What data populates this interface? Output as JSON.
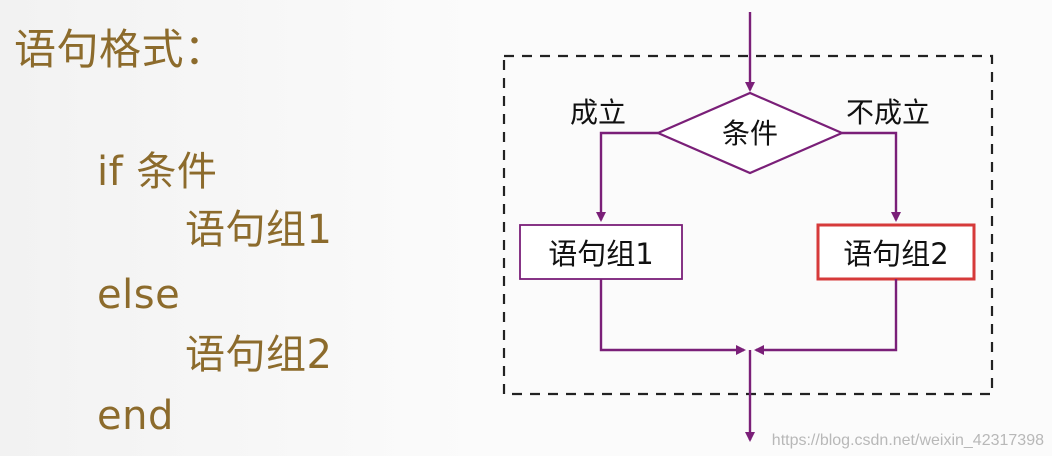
{
  "left_panel": {
    "heading": "语句格式：",
    "code_lines": {
      "if_line": "if  条件",
      "group1": "语句组1",
      "else_line": "else",
      "group2": "语句组2",
      "end_line": "end"
    }
  },
  "flowchart": {
    "condition": "条件",
    "true_branch_label": "成立",
    "false_branch_label": "不成立",
    "group1": "语句组1",
    "group2": "语句组2"
  },
  "watermark": "https://blog.csdn.net/weixin_42317398",
  "colors": {
    "text_gold": "#8c6b2c",
    "flow_purple": "#7a1f78",
    "highlight_red": "#d63a3a",
    "dash_border": "#222222"
  }
}
